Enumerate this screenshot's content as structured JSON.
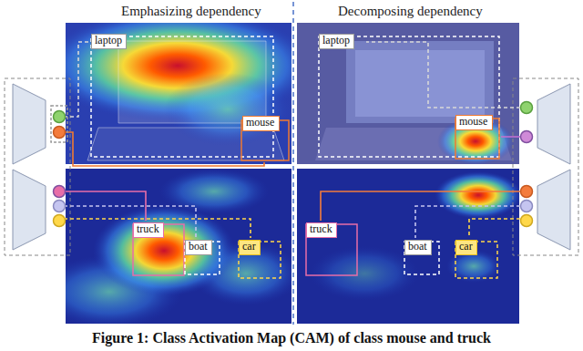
{
  "diagram": {
    "caption": "Figure 1: Class Activation Map (CAM) of class mouse and truck",
    "nodes": [
      {
        "text": [
          "laptop"
        ]
      },
      {
        "text": [
          "mouse"
        ]
      },
      {
        "text": [
          "laptop"
        ]
      },
      {
        "text": [
          "mouse"
        ]
      },
      {
        "text": [
          "truck"
        ]
      },
      {
        "text": [
          "boat"
        ]
      },
      {
        "text": [
          "car"
        ]
      },
      {
        "text": [
          "truck"
        ]
      },
      {
        "text": [
          "boat"
        ]
      },
      {
        "text": [
          "car"
        ]
      }
    ],
    "labels": [
      "Emphasizing dependency",
      "Decomposing dependency"
    ]
  }
}
